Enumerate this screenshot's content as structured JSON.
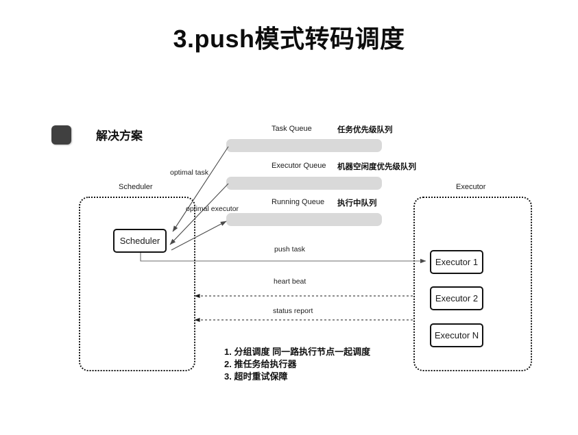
{
  "slide": {
    "title": "3.push模式转码调度",
    "background_color": "#ffffff"
  },
  "section": {
    "bullet_icon": "filled-rounded-square",
    "bullet_color": "#404040",
    "label": "解决方案"
  },
  "containers": {
    "scheduler": {
      "caption": "Scheduler"
    },
    "executor": {
      "caption": "Executor"
    }
  },
  "nodes": {
    "scheduler": {
      "label": "Scheduler"
    },
    "executors": [
      {
        "label": "Executor 1"
      },
      {
        "label": "Executor 2"
      },
      {
        "label": "Executor N"
      }
    ]
  },
  "queues": [
    {
      "label_en": "Task Queue",
      "label_cn": "任务优先级队列",
      "bar_color": "#d9d9d9"
    },
    {
      "label_en": "Executor Queue",
      "label_cn": "机器空闲度优先级队列",
      "bar_color": "#d9d9d9"
    },
    {
      "label_en": "Running Queue",
      "label_cn": "执行中队列",
      "bar_color": "#d9d9d9"
    }
  ],
  "edges": [
    {
      "label": "optimal task",
      "style": "solid",
      "direction": "queue-to-scheduler"
    },
    {
      "label": "optimal executor",
      "style": "solid",
      "direction": "queue-to-scheduler"
    },
    {
      "label": "push task",
      "style": "solid",
      "direction": "scheduler-to-executor"
    },
    {
      "label": "heart beat",
      "style": "dashed",
      "direction": "executor-to-scheduler"
    },
    {
      "label": "status report",
      "style": "dashed",
      "direction": "executor-to-scheduler"
    }
  ],
  "notes": [
    "1. 分组调度 同一路执行节点一起调度",
    "2. 推任务给执行器",
    "3. 超时重试保障"
  ]
}
